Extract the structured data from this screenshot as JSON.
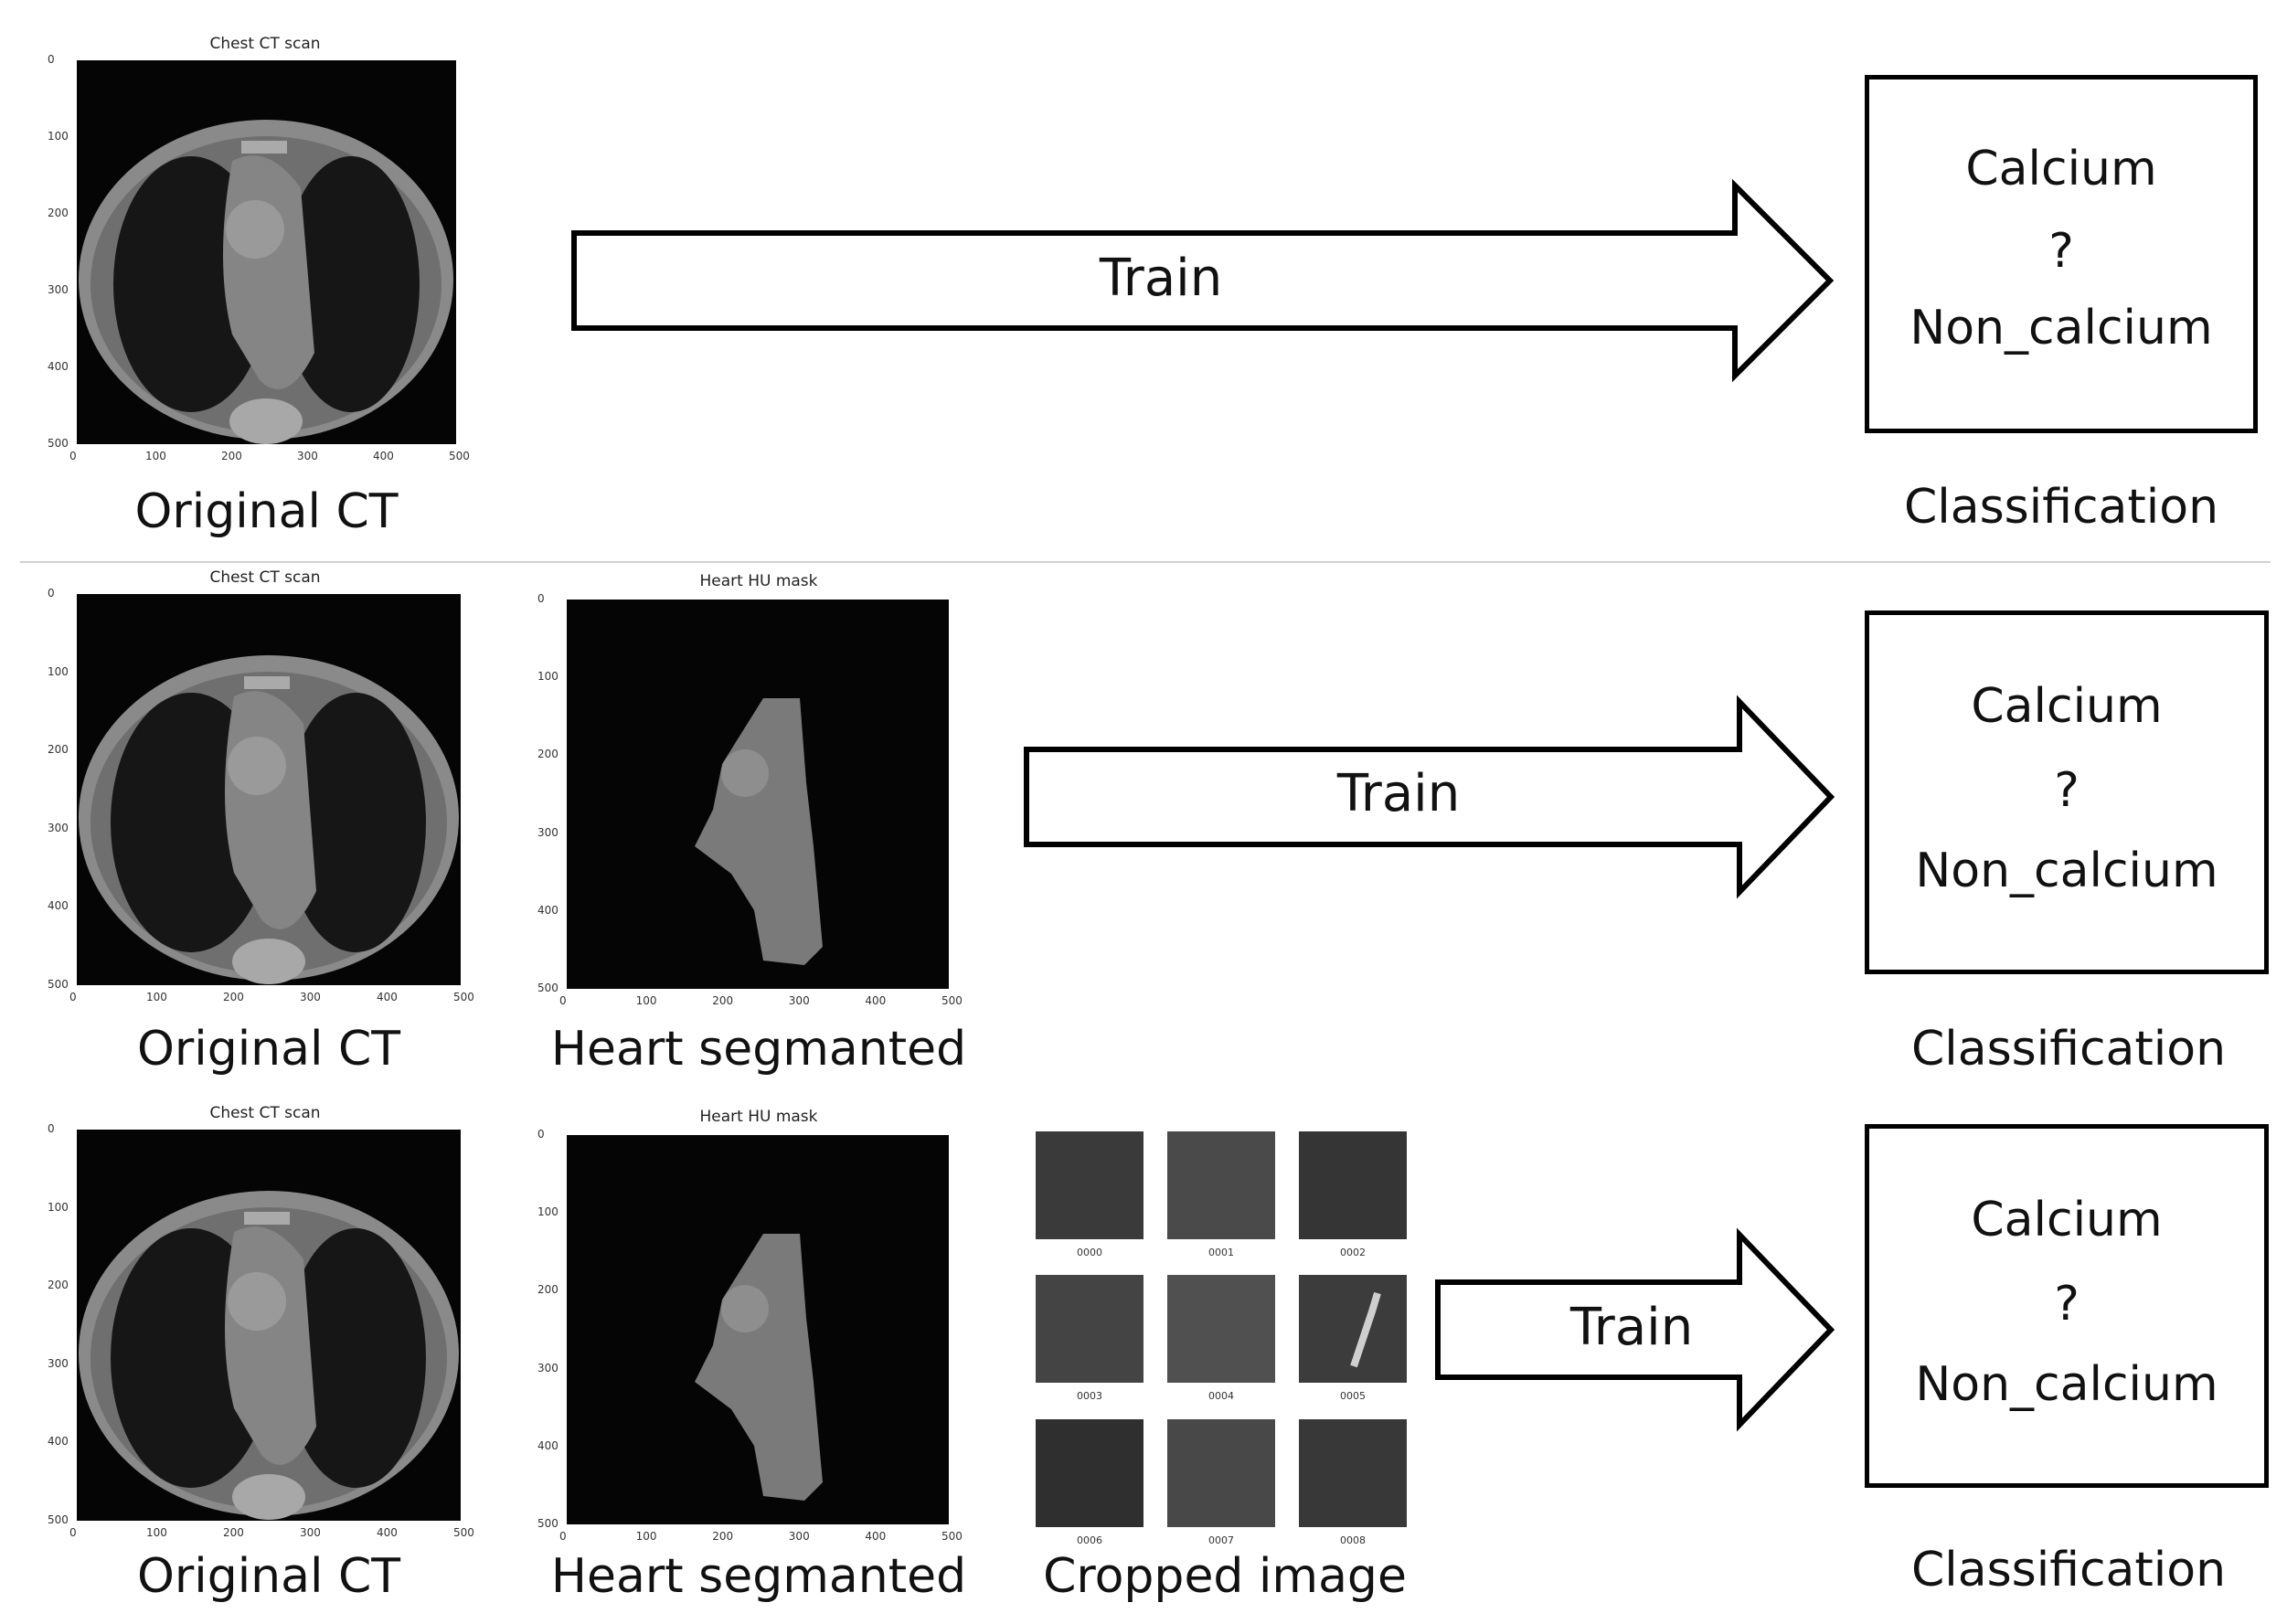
{
  "rows": [
    {
      "original": {
        "title": "Chest CT scan",
        "caption": "Original CT"
      },
      "train_label": "Train",
      "classification": {
        "top": "Calcium",
        "mid": "?",
        "bottom": "Non_calcium",
        "caption": "Classification"
      }
    },
    {
      "original": {
        "title": "Chest CT scan",
        "caption": "Original CT"
      },
      "mask": {
        "title": "Heart HU mask",
        "caption": "Heart segmanted"
      },
      "train_label": "Train",
      "classification": {
        "top": "Calcium",
        "mid": "?",
        "bottom": "Non_calcium",
        "caption": "Classification"
      }
    },
    {
      "original": {
        "title": "Chest CT scan",
        "caption": "Original CT"
      },
      "mask": {
        "title": "Heart HU mask",
        "caption": "Heart segmanted"
      },
      "crops": {
        "labels": [
          "0000",
          "0001",
          "0002",
          "0003",
          "0004",
          "0005",
          "0006",
          "0007",
          "0008"
        ],
        "caption": "Cropped image"
      },
      "train_label": "Train",
      "classification": {
        "top": "Calcium",
        "mid": "?",
        "bottom": "Non_calcium",
        "caption": "Classification"
      }
    }
  ],
  "axis_ticks": [
    "0",
    "100",
    "200",
    "300",
    "400",
    "500"
  ]
}
